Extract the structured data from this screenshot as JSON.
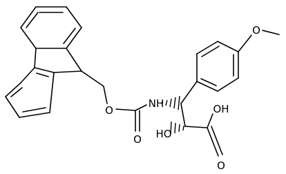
{
  "molecule": {
    "labels": {
      "methoxy": "O",
      "fmoc_ester_o": "O",
      "carbonyl_o": "O",
      "nh": "NH",
      "oh_acid": "OH",
      "oh_alcohol": "HO",
      "acid_carbonyl_o": "O"
    }
  }
}
